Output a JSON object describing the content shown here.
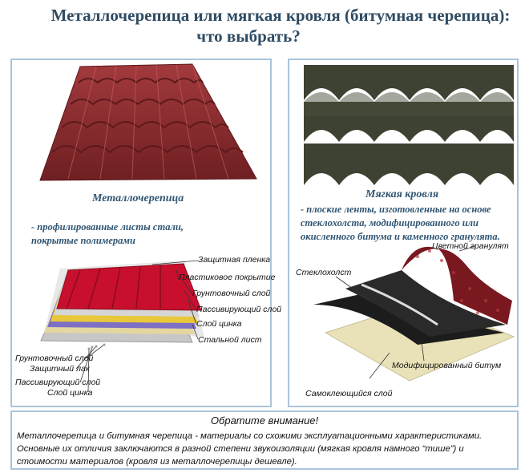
{
  "title": {
    "line1": "Металлочерепица или мягкая кровля (битумная черепица):",
    "line2": "что выбрать?"
  },
  "left": {
    "caption": "Металлочерепица",
    "description_l1": "- профилированные листы стали,",
    "description_l2": "покрытые полимерами",
    "layers_right": [
      "Защитная пленка",
      "Пластиковое покрытие",
      "Грунтовочный слой",
      "Пассивирующий слой",
      "Слой цинка",
      "Стальной лист"
    ],
    "layers_left": [
      "Грунтовочный слой",
      "Защитный лак",
      "Пассивирующий слой",
      "Слой цинка"
    ]
  },
  "right": {
    "caption": "Мягкая кровля",
    "description_l1": "- плоские ленты, изготовленные на основе",
    "description_l2": "стеклохолста, модифицированного или",
    "description_l3": "окисленного битума и каменного гранулята.",
    "labels": {
      "granulate": "Цветной гранулят",
      "fiberglass": "Стеклохолст",
      "bitumen": "Модифицированный битум",
      "selfadhesive": "Самоклеющийся слой"
    }
  },
  "notice": {
    "title": "Обратите внимание!",
    "line1": "Металлочерепица и битумная черепица - материалы со схожими эксплуатационными характеристиками.",
    "line2": "Основные их отличия заключаются в разной степени звукоизоляции (мягкая кровля намного “тише”) и",
    "line3": "стоимости материалов (кровля из металлочерепицы дешевле)."
  },
  "colors": {
    "title": "#2f4b62",
    "frame": "#aac4dc",
    "metal_tile": "#8b2a2e",
    "shingle": "#3d4232",
    "granulate": "#7a1820"
  }
}
